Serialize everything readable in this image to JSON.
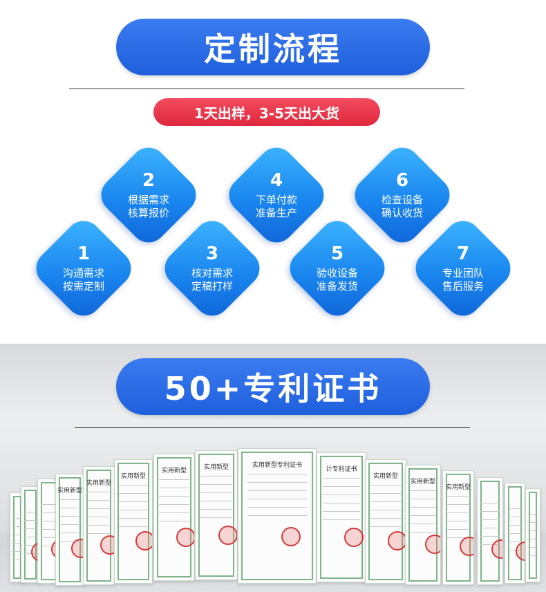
{
  "section1": {
    "title": "定制流程",
    "subtitle": "1天出样，3-5天出大货"
  },
  "steps": [
    {
      "num": "1",
      "line1": "沟通需求",
      "line2": "按需定制"
    },
    {
      "num": "2",
      "line1": "根据需求",
      "line2": "核算报价"
    },
    {
      "num": "3",
      "line1": "核对需求",
      "line2": "定稿打样"
    },
    {
      "num": "4",
      "line1": "下单付款",
      "line2": "准备生产"
    },
    {
      "num": "5",
      "line1": "验收设备",
      "line2": "准备发货"
    },
    {
      "num": "6",
      "line1": "检查设备",
      "line2": "确认收货"
    },
    {
      "num": "7",
      "line1": "专业团队",
      "line2": "售后服务"
    }
  ],
  "section2": {
    "title": "50+专利证书"
  },
  "certificates": {
    "center_title": "实用新型专利证书",
    "short_title": "实用新型",
    "right_title": "计专利证书",
    "count": "",
    "colors": {
      "seal": "#d23a3a",
      "border": "#7fb38a"
    }
  },
  "colors": {
    "primary_blue": "#1f5fdc",
    "red": "#e0283d",
    "diamond_blue": "#1a86ef"
  }
}
